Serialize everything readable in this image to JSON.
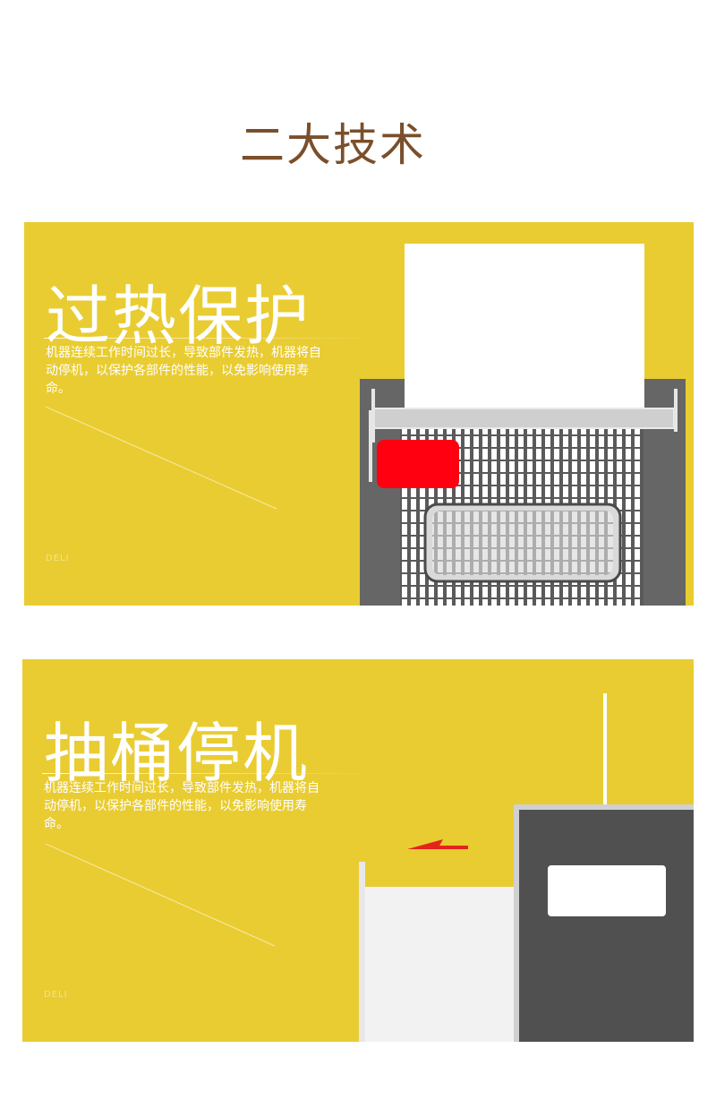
{
  "page": {
    "title": "二大技术"
  },
  "panels": [
    {
      "headline": "过热保护",
      "description": "机器连续工作时间过长，导致部件发热，机器将自动停机，以保护各部件的性能，以免影响使用寿命。",
      "brand": "DELI",
      "colors": {
        "background": "#e9cc31",
        "indicator": "#ff0010",
        "body": "#666666"
      }
    },
    {
      "headline": "抽桶停机",
      "description": "机器连续工作时间过长，导致部件发热，机器将自动停机，以保护各部件的性能，以免影响使用寿命。",
      "brand": "DELI",
      "colors": {
        "background": "#e9cc31",
        "arrow": "#e3241b",
        "body": "#505050"
      }
    }
  ]
}
